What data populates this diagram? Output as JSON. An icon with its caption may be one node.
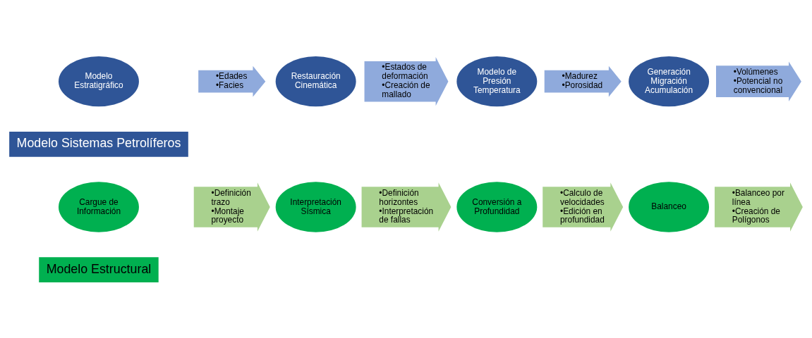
{
  "diagram": {
    "nodes": [
      {
        "text": [
          "Modelo Estructural"
        ]
      },
      {
        "text": [
          "Cargue de Información"
        ]
      },
      {
        "text": [
          "•Definición trazo",
          "•Montaje proyecto"
        ]
      },
      {
        "text": [
          "Interpretación Sísmica"
        ]
      },
      {
        "text": [
          "•Definición horizontes",
          "•Interpretación de fallas"
        ]
      },
      {
        "text": [
          "Conversión a Profundidad"
        ]
      },
      {
        "text": [
          "•Calculo de velocidades",
          "•Edición en profundidad"
        ]
      },
      {
        "text": [
          "Balanceo"
        ]
      },
      {
        "text": [
          "•Balanceo por línea",
          "•Creación de Polígonos"
        ]
      },
      {
        "text": [
          "Modelo Sistemas Petrolíferos"
        ]
      },
      {
        "text": [
          "Modelo Estratigráfico"
        ]
      },
      {
        "text": [
          "•Edades",
          "•Facies"
        ]
      },
      {
        "text": [
          "Restauración Cinemática"
        ]
      },
      {
        "text": [
          "•Estados de deformación",
          "•Creación de mallado"
        ]
      },
      {
        "text": [
          "Modelo de Presión Temperatura"
        ]
      },
      {
        "text": [
          "•Madurez",
          "•Porosidad"
        ]
      },
      {
        "text": [
          "Generación Migración Acumulación"
        ]
      },
      {
        "text": [
          "•Volúmenes",
          "•Potencial no convencional"
        ]
      }
    ],
    "edges": []
  }
}
